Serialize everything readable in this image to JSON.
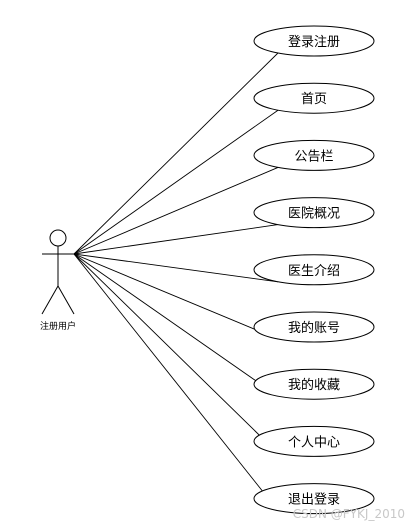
{
  "actor": {
    "label": "注册用户"
  },
  "use_cases": [
    {
      "id": "uc-login-register",
      "label": "登录注册"
    },
    {
      "id": "uc-home",
      "label": "首页"
    },
    {
      "id": "uc-bulletin",
      "label": "公告栏"
    },
    {
      "id": "uc-hospital-overview",
      "label": "医院概况"
    },
    {
      "id": "uc-doctor-intro",
      "label": "医生介绍"
    },
    {
      "id": "uc-my-account",
      "label": "我的账号"
    },
    {
      "id": "uc-my-favorites",
      "label": "我的收藏"
    },
    {
      "id": "uc-personal-center",
      "label": "个人中心"
    },
    {
      "id": "uc-logout",
      "label": "退出登录"
    }
  ],
  "watermark": "CSDN @FYKJ_2010",
  "colors": {
    "stroke": "#000000",
    "background": "#ffffff",
    "watermark": "#c8c8c8"
  }
}
